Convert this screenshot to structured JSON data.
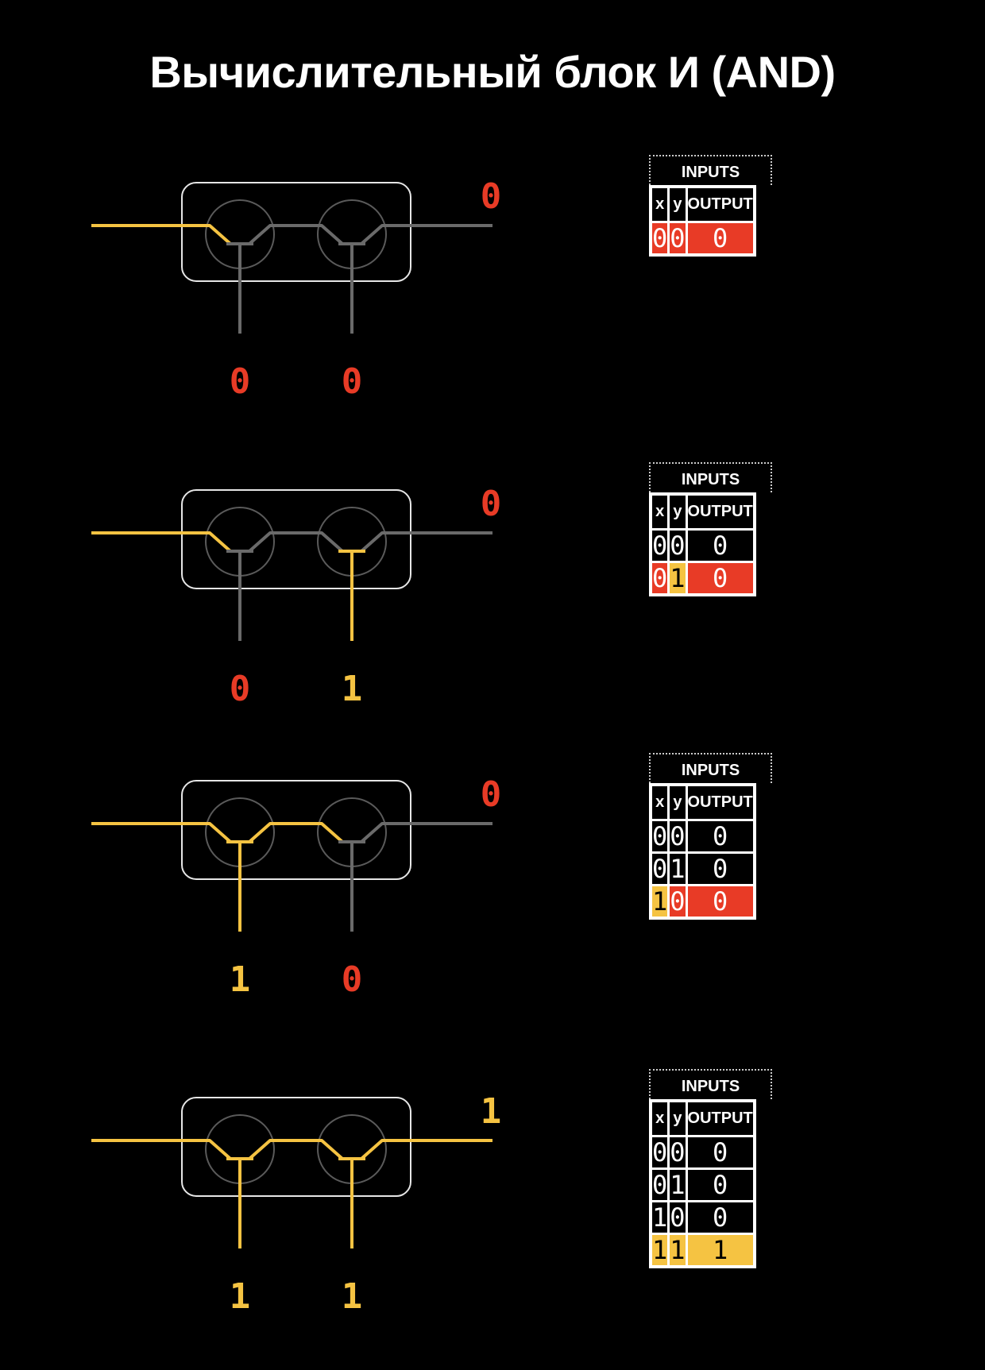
{
  "title": "Вычислительный блок И (AND)",
  "colors": {
    "on": "#f5c342",
    "off_wire": "#6a6a6a",
    "zero_label": "#e83b26",
    "one_label": "#f5c342",
    "box": "#e6e6e6",
    "circle": "#5a5a5a"
  },
  "table_headers": {
    "group": "INPUTS",
    "x": "x",
    "y": "y",
    "output": "OUTPUT"
  },
  "panels": [
    {
      "x": "0",
      "y": "0",
      "output": "0",
      "rows": [
        [
          "0",
          "0",
          "0"
        ]
      ]
    },
    {
      "x": "0",
      "y": "1",
      "output": "0",
      "rows": [
        [
          "0",
          "0",
          "0"
        ],
        [
          "0",
          "1",
          "0"
        ]
      ]
    },
    {
      "x": "1",
      "y": "0",
      "output": "0",
      "rows": [
        [
          "0",
          "0",
          "0"
        ],
        [
          "0",
          "1",
          "0"
        ],
        [
          "1",
          "0",
          "0"
        ]
      ]
    },
    {
      "x": "1",
      "y": "1",
      "output": "1",
      "rows": [
        [
          "0",
          "0",
          "0"
        ],
        [
          "0",
          "1",
          "0"
        ],
        [
          "1",
          "0",
          "0"
        ],
        [
          "1",
          "1",
          "1"
        ]
      ]
    }
  ]
}
